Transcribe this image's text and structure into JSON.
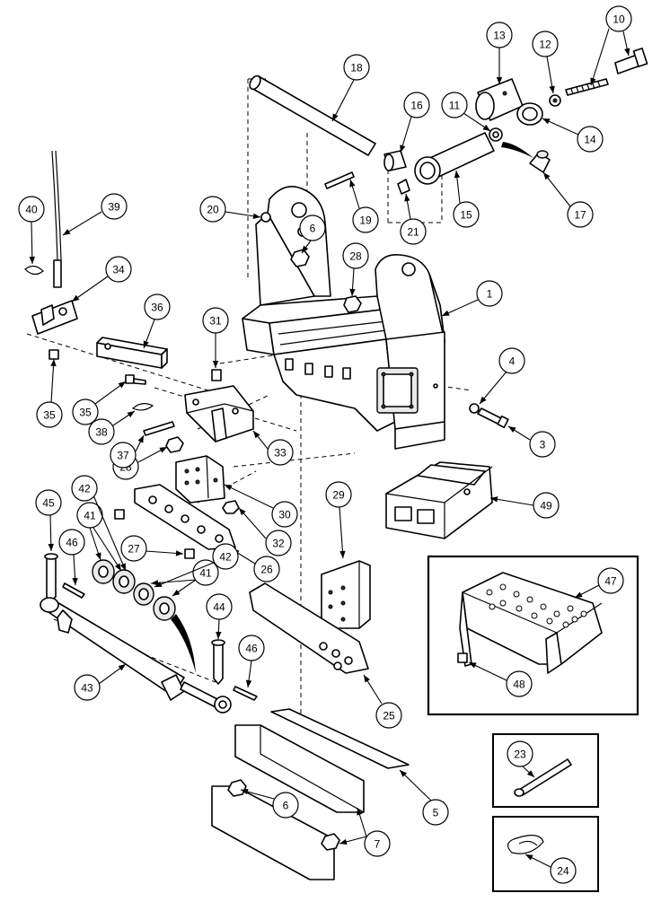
{
  "diagram": {
    "callouts": [
      {
        "id": "c1",
        "label": "1"
      },
      {
        "id": "c3",
        "label": "3"
      },
      {
        "id": "c4",
        "label": "4"
      },
      {
        "id": "c5",
        "label": "5"
      },
      {
        "id": "c6a",
        "label": "6"
      },
      {
        "id": "c6b",
        "label": "6"
      },
      {
        "id": "c7",
        "label": "7"
      },
      {
        "id": "c10",
        "label": "10"
      },
      {
        "id": "c11",
        "label": "11"
      },
      {
        "id": "c12",
        "label": "12"
      },
      {
        "id": "c13",
        "label": "13"
      },
      {
        "id": "c14",
        "label": "14"
      },
      {
        "id": "c15",
        "label": "15"
      },
      {
        "id": "c16",
        "label": "16"
      },
      {
        "id": "c17",
        "label": "17"
      },
      {
        "id": "c18",
        "label": "18"
      },
      {
        "id": "c19",
        "label": "19"
      },
      {
        "id": "c20",
        "label": "20"
      },
      {
        "id": "c21",
        "label": "21"
      },
      {
        "id": "c23",
        "label": "23"
      },
      {
        "id": "c24",
        "label": "24"
      },
      {
        "id": "c25",
        "label": "25"
      },
      {
        "id": "c26",
        "label": "26"
      },
      {
        "id": "c27",
        "label": "27"
      },
      {
        "id": "c28a",
        "label": "28"
      },
      {
        "id": "c28b",
        "label": "28"
      },
      {
        "id": "c29",
        "label": "29"
      },
      {
        "id": "c30",
        "label": "30"
      },
      {
        "id": "c31",
        "label": "31"
      },
      {
        "id": "c32",
        "label": "32"
      },
      {
        "id": "c33",
        "label": "33"
      },
      {
        "id": "c34",
        "label": "34"
      },
      {
        "id": "c35a",
        "label": "35"
      },
      {
        "id": "c35b",
        "label": "35"
      },
      {
        "id": "c36",
        "label": "36"
      },
      {
        "id": "c37",
        "label": "37"
      },
      {
        "id": "c38",
        "label": "38"
      },
      {
        "id": "c39",
        "label": "39"
      },
      {
        "id": "c40",
        "label": "40"
      },
      {
        "id": "c41a",
        "label": "41"
      },
      {
        "id": "c41b",
        "label": "41"
      },
      {
        "id": "c42a",
        "label": "42"
      },
      {
        "id": "c42b",
        "label": "42"
      },
      {
        "id": "c43",
        "label": "43"
      },
      {
        "id": "c44",
        "label": "44"
      },
      {
        "id": "c45",
        "label": "45"
      },
      {
        "id": "c46a",
        "label": "46"
      },
      {
        "id": "c46b",
        "label": "46"
      },
      {
        "id": "c47",
        "label": "47"
      },
      {
        "id": "c48",
        "label": "48"
      },
      {
        "id": "c49",
        "label": "49"
      }
    ]
  }
}
